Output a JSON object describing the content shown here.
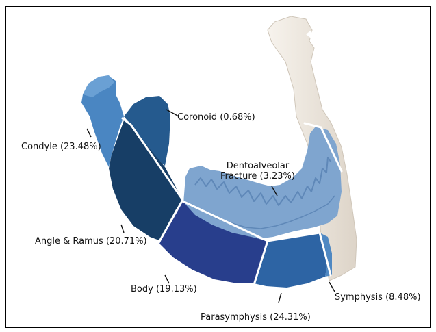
{
  "labels": {
    "coronoid": "Coronoid (0.68%)",
    "condyle": "Condyle (23.48%)",
    "dentoalveolar_line1": "Dentoalveolar",
    "dentoalveolar_line2": "Fracture (3.23%)",
    "angle_ramus": "Angle & Ramus (20.71%)",
    "body": "Body (19.13%)",
    "symphysis": "Symphysis (8.48%)",
    "parasymphysis": "Parasymphysis (24.31%)"
  },
  "colors": {
    "condyle": "#4a86c2",
    "coronoid": "#255a8e",
    "angle_ramus": "#173e66",
    "body": "#283e8c",
    "parasymphysis": "#2d64a4",
    "symphysis": "#4f88c2",
    "teeth": "#7fa5cf",
    "bone": "#efe9e1"
  }
}
